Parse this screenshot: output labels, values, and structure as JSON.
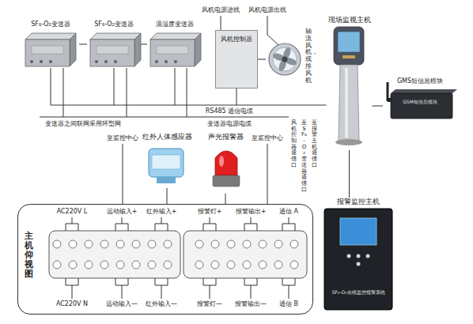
{
  "diagram": {
    "nodes": [
      {
        "text": [
          "SF₆-O₂变送器"
        ]
      },
      {
        "text": [
          "SF₆-O₂变送器"
        ]
      },
      {
        "text": [
          "温湿度变送器"
        ]
      },
      {
        "text": [
          "风机控制器"
        ]
      },
      {
        "text": [
          "轴流风机，或排风机"
        ]
      },
      {
        "text": [
          "现场监视主机"
        ]
      },
      {
        "text": [
          "GMS短信息模块",
          "GSM短信息模块"
        ]
      },
      {
        "text": [
          "红外人体感应器"
        ]
      },
      {
        "text": [
          "声光报警器"
        ]
      },
      {
        "text": [
          "主机仰视图"
        ]
      },
      {
        "text": [
          "报警监控主机",
          "SF₆-O₂在线监控报警系统"
        ]
      }
    ],
    "edges": [
      {
        "from": 0,
        "to": 1,
        "arrow": "none"
      },
      {
        "from": 1,
        "to": 2,
        "arrow": "none"
      },
      {
        "from": 2,
        "to": 5,
        "arrow": "none"
      },
      {
        "from": 3,
        "to": 4,
        "arrow": "none"
      },
      {
        "from": 5,
        "to": 6,
        "arrow": "none"
      },
      {
        "from": 7,
        "to": 9,
        "arrow": "none"
      },
      {
        "from": 8,
        "to": 9,
        "arrow": "none"
      },
      {
        "from": 5,
        "to": 10,
        "arrow": "none"
      }
    ],
    "labels": [
      "风机电源进线",
      "风机电源出线",
      "RS485 通信电缆",
      "变送器电源电缆",
      "变送器之间联网采用环型网",
      "风机控制器通信口",
      "至SF₆-O₂变送器通信口",
      "至报警主机通信口",
      "至监控中心",
      "至监控中心",
      "AC220V L",
      "远动输入+",
      "红外输入+",
      "报警灯+",
      "报警输出+",
      "通信 A",
      "AC220V N",
      "远动输入—",
      "红外输入—",
      "报警灯—",
      "报警输出—",
      "通信 B"
    ]
  }
}
